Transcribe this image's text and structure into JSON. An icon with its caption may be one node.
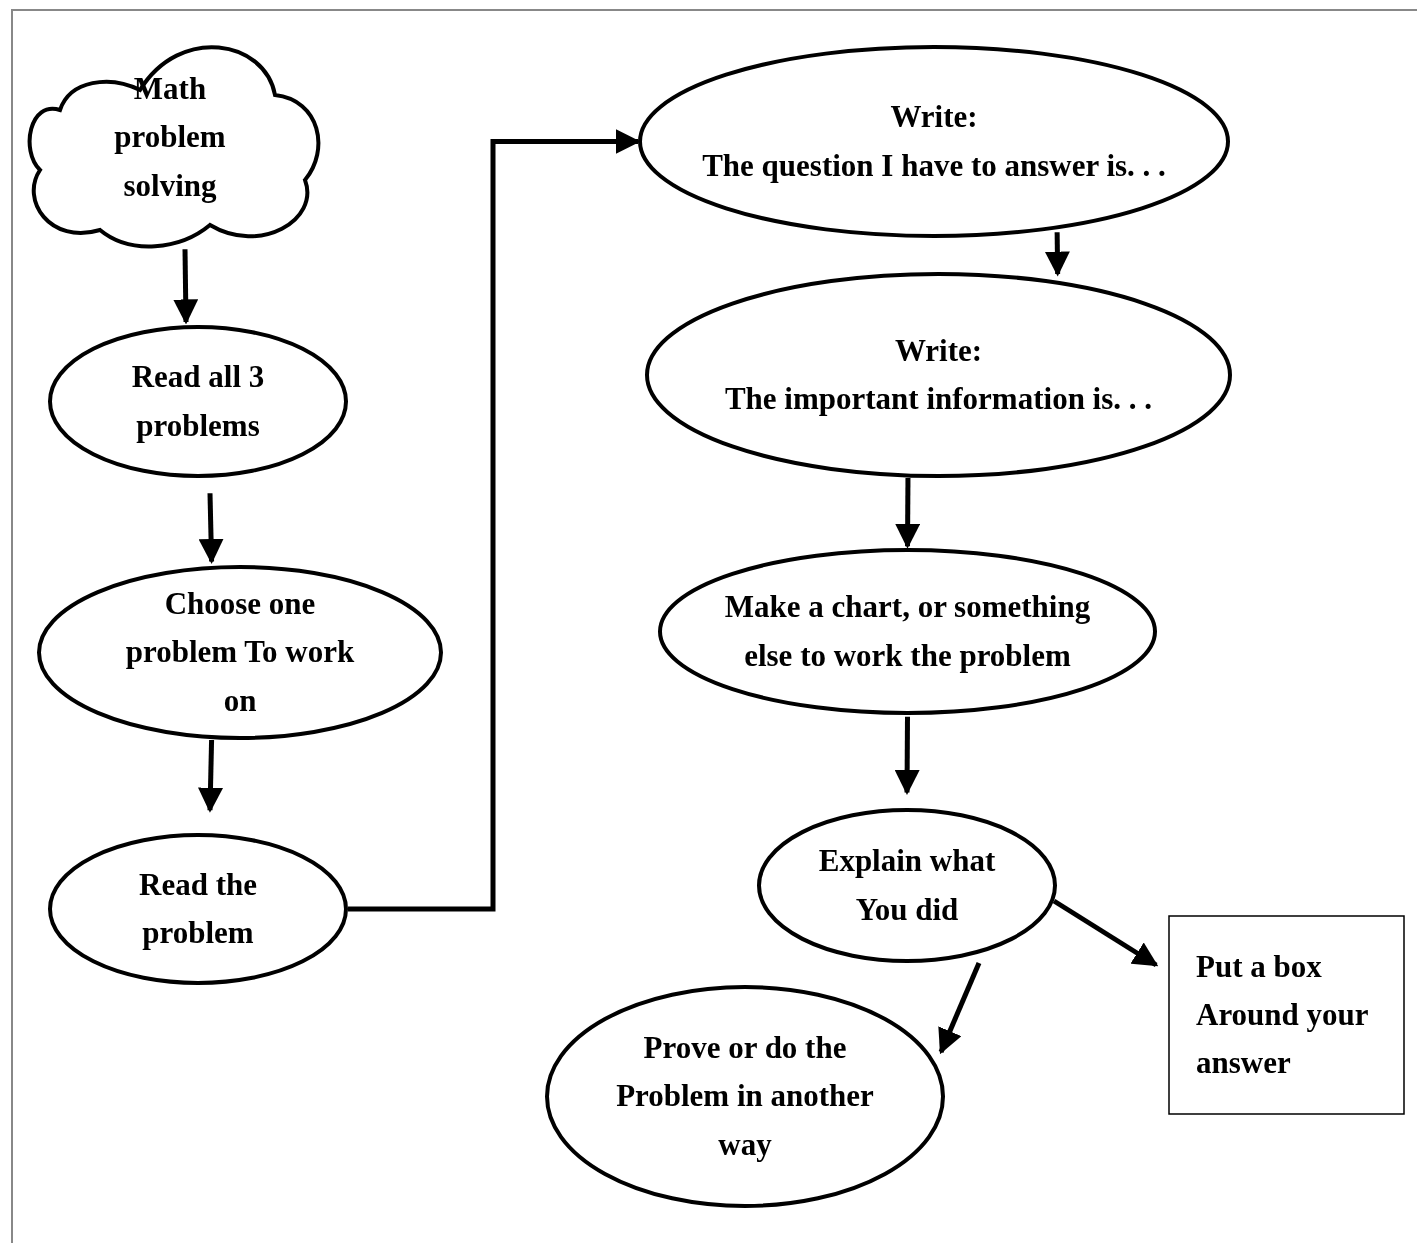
{
  "diagram": {
    "nodes": [
      {
        "text": [
          "Math problem solving"
        ]
      },
      {
        "text": [
          "Read all 3 problems"
        ]
      },
      {
        "text": [
          "Choose one problem To work on"
        ]
      },
      {
        "text": [
          "Read the problem"
        ]
      },
      {
        "text": [
          "Write:",
          "The question I have to answer is. . ."
        ]
      },
      {
        "text": [
          "Write:",
          "The important information is. . ."
        ]
      },
      {
        "text": [
          "Make a chart, or something else to work the problem"
        ]
      },
      {
        "text": [
          "Explain what You did"
        ]
      },
      {
        "text": [
          "Put a box Around your answer"
        ]
      },
      {
        "text": [
          "Prove or do the Problem in another way"
        ]
      }
    ],
    "edges": [
      {
        "from": 0,
        "to": 1,
        "arrow": "to"
      },
      {
        "from": 1,
        "to": 2,
        "arrow": "to"
      },
      {
        "from": 2,
        "to": 3,
        "arrow": "to"
      },
      {
        "from": 3,
        "to": 4,
        "arrow": "to"
      },
      {
        "from": 4,
        "to": 5,
        "arrow": "to"
      },
      {
        "from": 5,
        "to": 6,
        "arrow": "to"
      },
      {
        "from": 6,
        "to": 7,
        "arrow": "to"
      },
      {
        "from": 7,
        "to": 8,
        "arrow": "to"
      },
      {
        "from": 7,
        "to": 9,
        "arrow": "to"
      }
    ]
  }
}
